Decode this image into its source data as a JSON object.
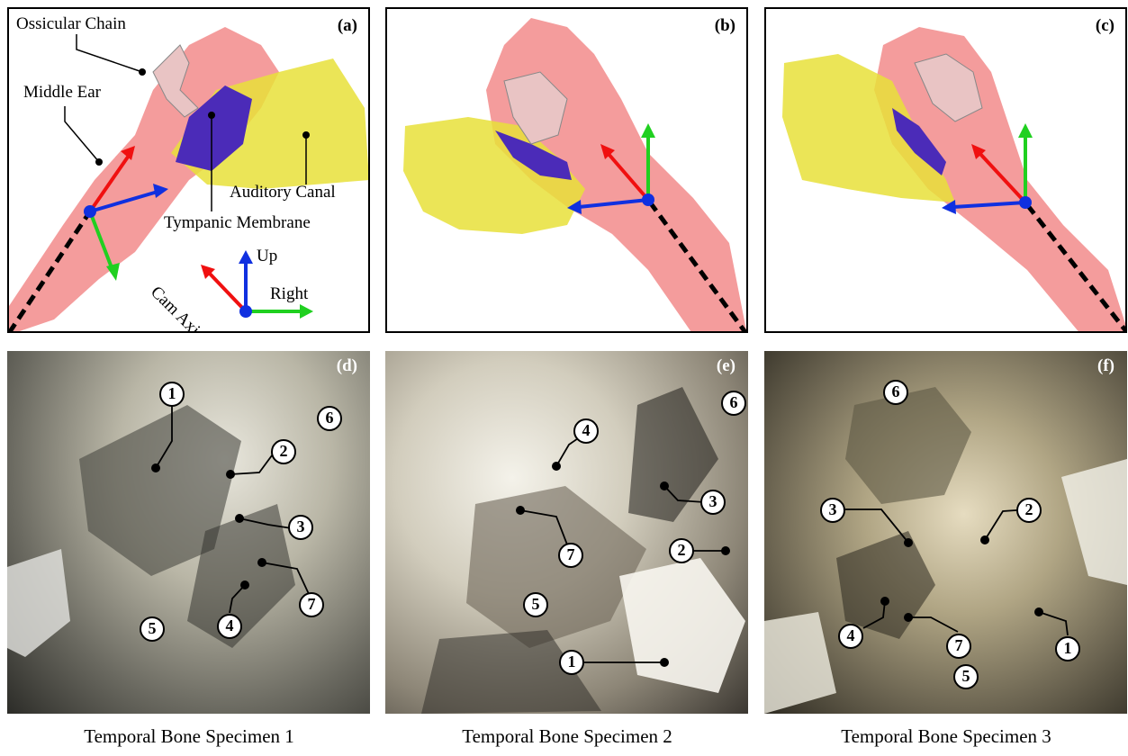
{
  "panels_top": [
    {
      "label": "(a)"
    },
    {
      "label": "(b)"
    },
    {
      "label": "(c)"
    }
  ],
  "panels_bottom": [
    {
      "label": "(d)",
      "markers": [
        "1",
        "2",
        "3",
        "4",
        "5",
        "6",
        "7"
      ]
    },
    {
      "label": "(e)",
      "markers": [
        "1",
        "2",
        "3",
        "4",
        "5",
        "6",
        "7"
      ]
    },
    {
      "label": "(f)",
      "markers": [
        "1",
        "2",
        "3",
        "4",
        "5",
        "6",
        "7"
      ]
    }
  ],
  "annotations": {
    "ossicular_chain": "Ossicular Chain",
    "middle_ear": "Middle Ear",
    "auditory_canal": "Auditory Canal",
    "tympanic_membrane": "Tympanic Membrane",
    "up": "Up",
    "right": "Right",
    "cam_axis": "Cam Axis"
  },
  "captions": [
    "Temporal Bone Specimen 1",
    "Temporal Bone Specimen 2",
    "Temporal Bone Specimen 3"
  ],
  "colors": {
    "middle_ear": "#f28b8b",
    "auditory_canal": "#e8e03a",
    "tympanic_membrane": "#4b2bb8",
    "axis_up": "#1030e0",
    "axis_right": "#20d020",
    "axis_cam": "#f01010"
  }
}
